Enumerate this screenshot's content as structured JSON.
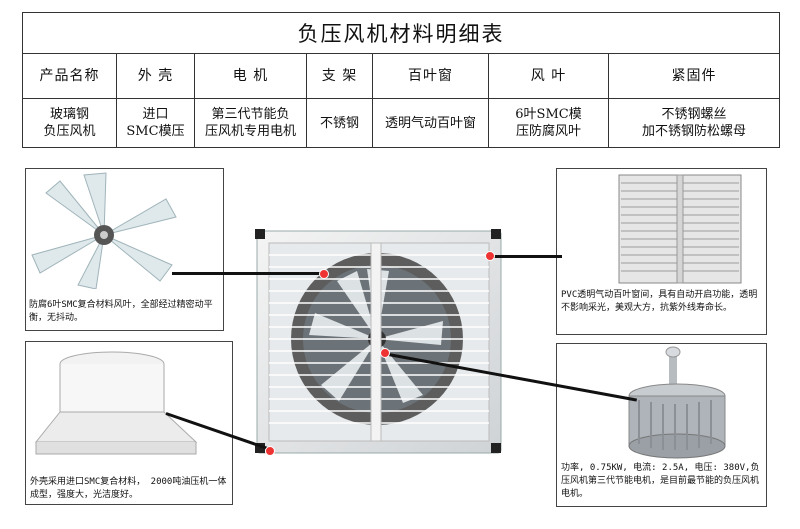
{
  "table": {
    "title": "负压风机材料明细表",
    "headers": [
      "产品名称",
      "外 壳",
      "电 机",
      "支 架",
      "百叶窗",
      "风 叶",
      "紧固件"
    ],
    "values": [
      "玻璃钢\n负压风机",
      "进口\nSMC模压",
      "第三代节能负\n压风机专用电机",
      "不锈钢",
      "透明气动百叶窗",
      "6叶SMC模\n压防腐风叶",
      "不锈钢螺丝\n加不锈钢防松螺母"
    ]
  },
  "captions": {
    "blade": "防腐6叶SMC复合材料风叶，全部经过精密动平衡，无抖动。",
    "shutter": "PVC透明气动百叶窗间，具有自动开启功能，透明不影响采光，美观大方，抗紫外线寿命长。",
    "housing": "外壳采用进口SMC复合材料， 2000吨油压机一体成型，强度大，光洁度好。",
    "motor": "功率, 0.75KW, 电流: 2.5A, 电压: 380V,负压风机第三代节能电机，是目前最节能的负压风机电机。"
  },
  "colors": {
    "pointer": "#ee3333",
    "leader": "#111111"
  }
}
